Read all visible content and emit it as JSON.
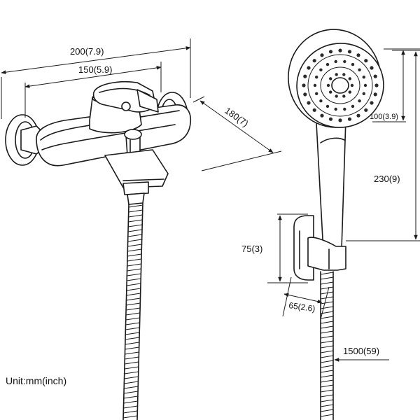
{
  "dimensions": {
    "overall_width": "200(7.9)",
    "mount_spacing": "150(5.9)",
    "projection": "180(7)",
    "head_diameter": "100(3.9)",
    "handset_length": "230(9)",
    "holder_height": "75(3)",
    "holder_width": "65(2.6)",
    "hose_length": "1500(59)"
  },
  "unit_note": "Unit:mm(inch)"
}
